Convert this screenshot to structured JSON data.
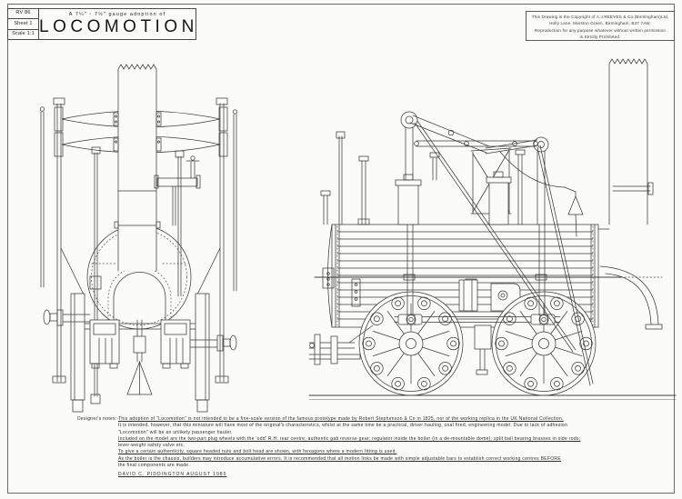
{
  "title_block": {
    "ref": "RV 86",
    "sheet": "Sheet 1",
    "scale": "Scale 1:1",
    "subtitle": "A 7¼\" - 7½\" gauge adoption of",
    "title": "LOCOMOTION"
  },
  "copyright_box": {
    "line1": "This Drawing is the Copyright of A.J.REEVES & Co.(Birmingham)Ltd,",
    "line2": "Holly Lane, Marston Green, Birmingham, B37 7AW.",
    "line3": "Reproduction for any purpose whatever without written permission",
    "line4": "is Strictly Prohibited."
  },
  "notes": {
    "label": "Designer's notes:-",
    "lines": [
      "This adoption of \"Locomotion\" is not intended to be a fine-scale version of the famous prototype made by Robert Stephenson & Co in 1825, nor of the working replica in the UK National Collection.",
      "It is intended, however, that this miniature will have most of the original's characteristics, whilst at the same time be a practical, driver hauling, coal fired, engineering model.  Due to lack of adhesion",
      "\"Locomotion\" will be an unlikely passenger hauler.",
      "Included on the model are the two-part plug wheels with the 'odd' R.H. rear centre; authentic gab reverse gear; regulator inside the boiler (in a de-mountable dome); split ball bearing brasses in side rods;",
      "lever-weight safety valve etc.",
      "To give a certain authenticity, square headed nuts and bolt head are shown, with hexagons where a modern fitting is used.",
      "As the boiler is the chassis, builders may introduce accumulative errors. It is recommended that all motion links be made with simple adjustable bars to establish  correct working centres BEFORE",
      "the final components are made."
    ],
    "signature": "DAVID C. PIDDINGTON      AUGUST 1985"
  }
}
